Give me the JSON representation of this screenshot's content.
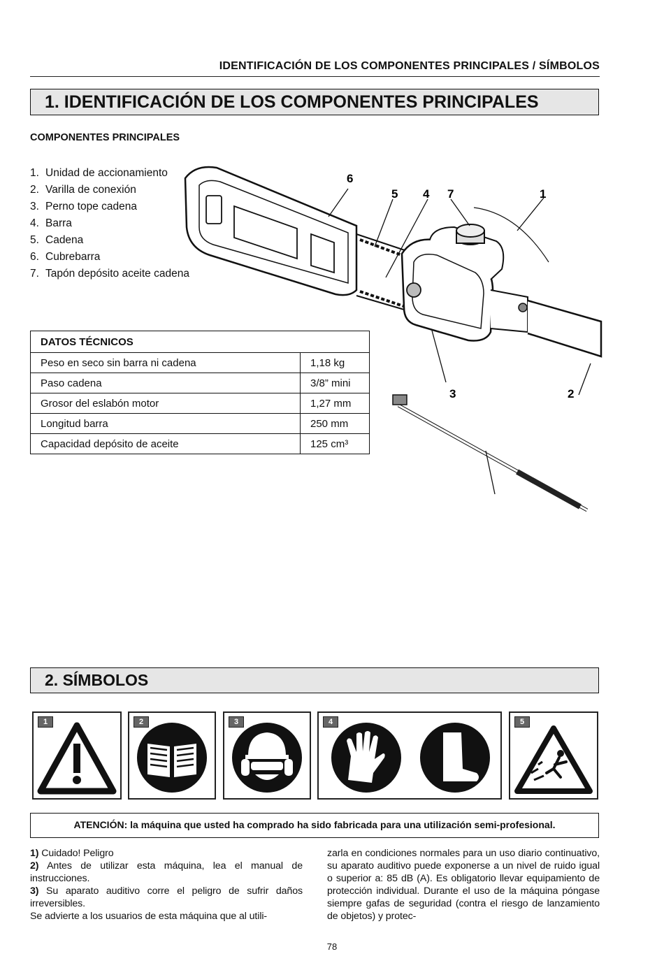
{
  "header": {
    "running_title": "IDENTIFICACIÓN DE LOS COMPONENTES PRINCIPALES / SÍMBOLOS"
  },
  "section1": {
    "title": "1.  IDENTIFICACIÓN DE LOS COMPONENTES PRINCIPALES",
    "subheading": "COMPONENTES PRINCIPALES",
    "components": [
      {
        "num": "1.",
        "label": "Unidad de accionamiento"
      },
      {
        "num": "2.",
        "label": "Varilla de conexión"
      },
      {
        "num": "3.",
        "label": "Perno tope cadena"
      },
      {
        "num": "4.",
        "label": "Barra"
      },
      {
        "num": "5.",
        "label": "Cadena"
      },
      {
        "num": "6.",
        "label": "Cubrebarra"
      },
      {
        "num": "7.",
        "label": "Tapón depósito aceite cadena"
      }
    ],
    "diagram_labels": [
      "6",
      "5",
      "4",
      "7",
      "1",
      "3",
      "2"
    ],
    "tech": {
      "heading": "DATOS TÉCNICOS",
      "rows": [
        {
          "label": "Peso en seco sin barra ni cadena",
          "value": "1,18 kg"
        },
        {
          "label": "Paso cadena",
          "value": "3/8” mini"
        },
        {
          "label": "Grosor del eslabón motor",
          "value": "1,27 mm"
        },
        {
          "label": "Longitud barra",
          "value": "250 mm"
        },
        {
          "label": "Capacidad depósito de aceite",
          "value": "125 cm³"
        }
      ]
    }
  },
  "section2": {
    "title": "2.  SÍMBOLOS",
    "symbol_numbers": [
      "1",
      "2",
      "3",
      "4",
      "5"
    ],
    "symbol_icons": [
      "warning-exclamation-icon",
      "read-manual-icon",
      "helmet-goggles-earmuffs-icon",
      "gloves-icon",
      "boots-icon",
      "falling-objects-warning-icon"
    ],
    "attention_bold": "ATENCIÓN:",
    "attention_rest": " la máquina que usted ha comprado ha sido fabricada para una utilización semi-profesional.",
    "col1": [
      {
        "num": "1)",
        "text": " Cuidado! Peligro"
      },
      {
        "num": "2)",
        "text": " Antes de utilizar esta máquina, lea el manual de instrucciones."
      },
      {
        "num": "3)",
        "text": " Su aparato auditivo corre el peligro de sufrir daños irreversibles."
      },
      {
        "num": "",
        "text": "Se advierte a los usuarios de esta máquina que al utili-"
      }
    ],
    "col2": "zarla en condiciones normales para un uso diario continuativo, su aparato auditivo puede exponerse a un nivel de ruido igual o superior a: 85 dB (A). Es obligatorio llevar equipamiento de protección individual. Durante el uso de la máquina póngase siempre gafas de seguridad (contra el riesgo de lanzamiento de objetos) y protec-"
  },
  "footer": {
    "page_number": "78"
  }
}
